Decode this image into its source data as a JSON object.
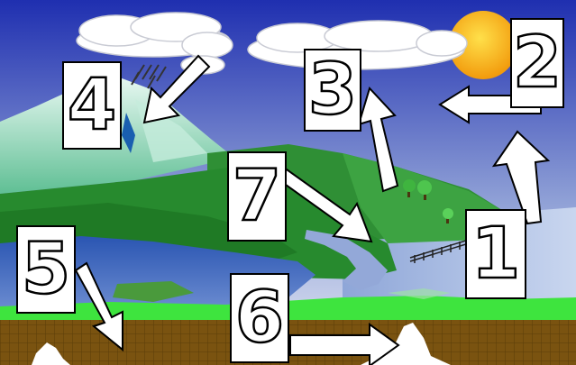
{
  "labels": {
    "one": "1",
    "two": "2",
    "three": "3",
    "four": "4",
    "five": "5",
    "six": "6",
    "seven": "7"
  },
  "colors": {
    "sky_top": "#1f2fb0",
    "sky_bottom": "#e6eaf4",
    "sun": "#f7b21a",
    "mountain": "#9fd8c0",
    "hill_green": "#2e8a2e",
    "water": "#3b66b8",
    "grass": "#3ee43e",
    "soil": "#7a5310",
    "cloud": "#ffffff",
    "arrow_fill": "#ffffff",
    "outline": "#000000"
  },
  "icons": [
    "sun-icon",
    "cloud-icon",
    "rain-icon",
    "tree-icon",
    "arrow-icon"
  ]
}
